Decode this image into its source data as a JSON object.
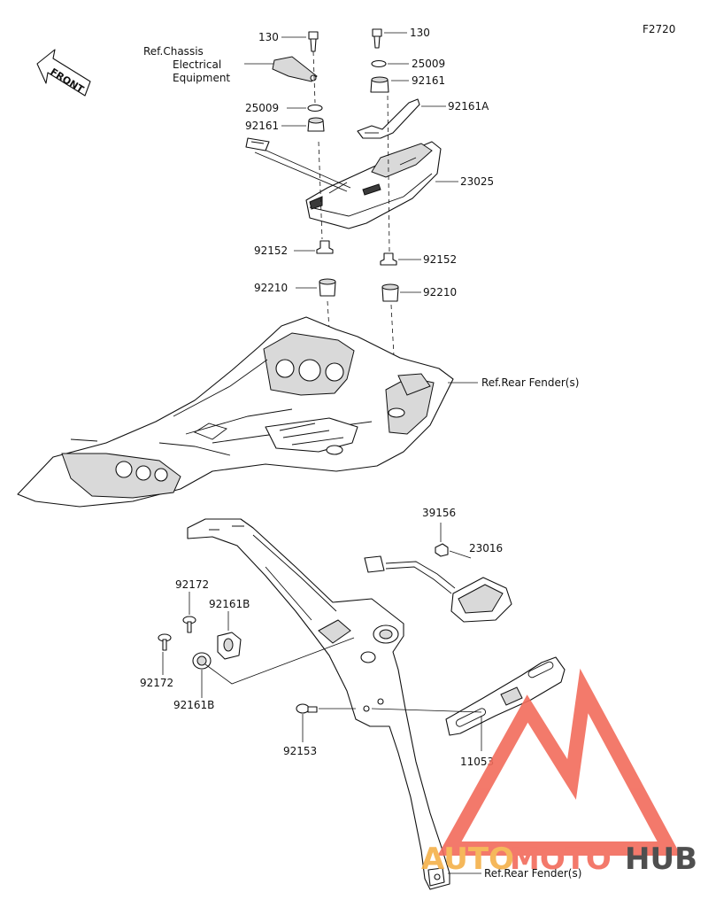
{
  "figure_code": "F2720",
  "front_label": "FRONT",
  "ref_chassis_label": [
    "Ref.Chassis",
    "Electrical",
    "Equipment"
  ],
  "ref_rear_fender_label": "Ref.Rear Fender(s)",
  "parts": [
    {
      "id": "callout-130-left",
      "number": "130"
    },
    {
      "id": "callout-130-right",
      "number": "130"
    },
    {
      "id": "callout-25009-right",
      "number": "25009"
    },
    {
      "id": "callout-25009-left",
      "number": "25009"
    },
    {
      "id": "callout-92161-right",
      "number": "92161"
    },
    {
      "id": "callout-92161-left",
      "number": "92161"
    },
    {
      "id": "callout-92161A",
      "number": "92161A"
    },
    {
      "id": "callout-23025",
      "number": "23025"
    },
    {
      "id": "callout-92152-left",
      "number": "92152"
    },
    {
      "id": "callout-92152-right",
      "number": "92152"
    },
    {
      "id": "callout-92210-left",
      "number": "92210"
    },
    {
      "id": "callout-92210-right",
      "number": "92210"
    },
    {
      "id": "callout-39156",
      "number": "39156"
    },
    {
      "id": "callout-23016",
      "number": "23016"
    },
    {
      "id": "callout-92172-top",
      "number": "92172"
    },
    {
      "id": "callout-92172-bottom",
      "number": "92172"
    },
    {
      "id": "callout-92161B-top",
      "number": "92161B"
    },
    {
      "id": "callout-92161B-bottom",
      "number": "92161B"
    },
    {
      "id": "callout-92153",
      "number": "92153"
    },
    {
      "id": "callout-11053",
      "number": "11053"
    }
  ],
  "watermark": {
    "text_left": "AUTO",
    "text_mid": "MOTO",
    "text_right": "HUB",
    "color_accent": "#f26b5b",
    "color_dark": "#3c3c3c"
  }
}
